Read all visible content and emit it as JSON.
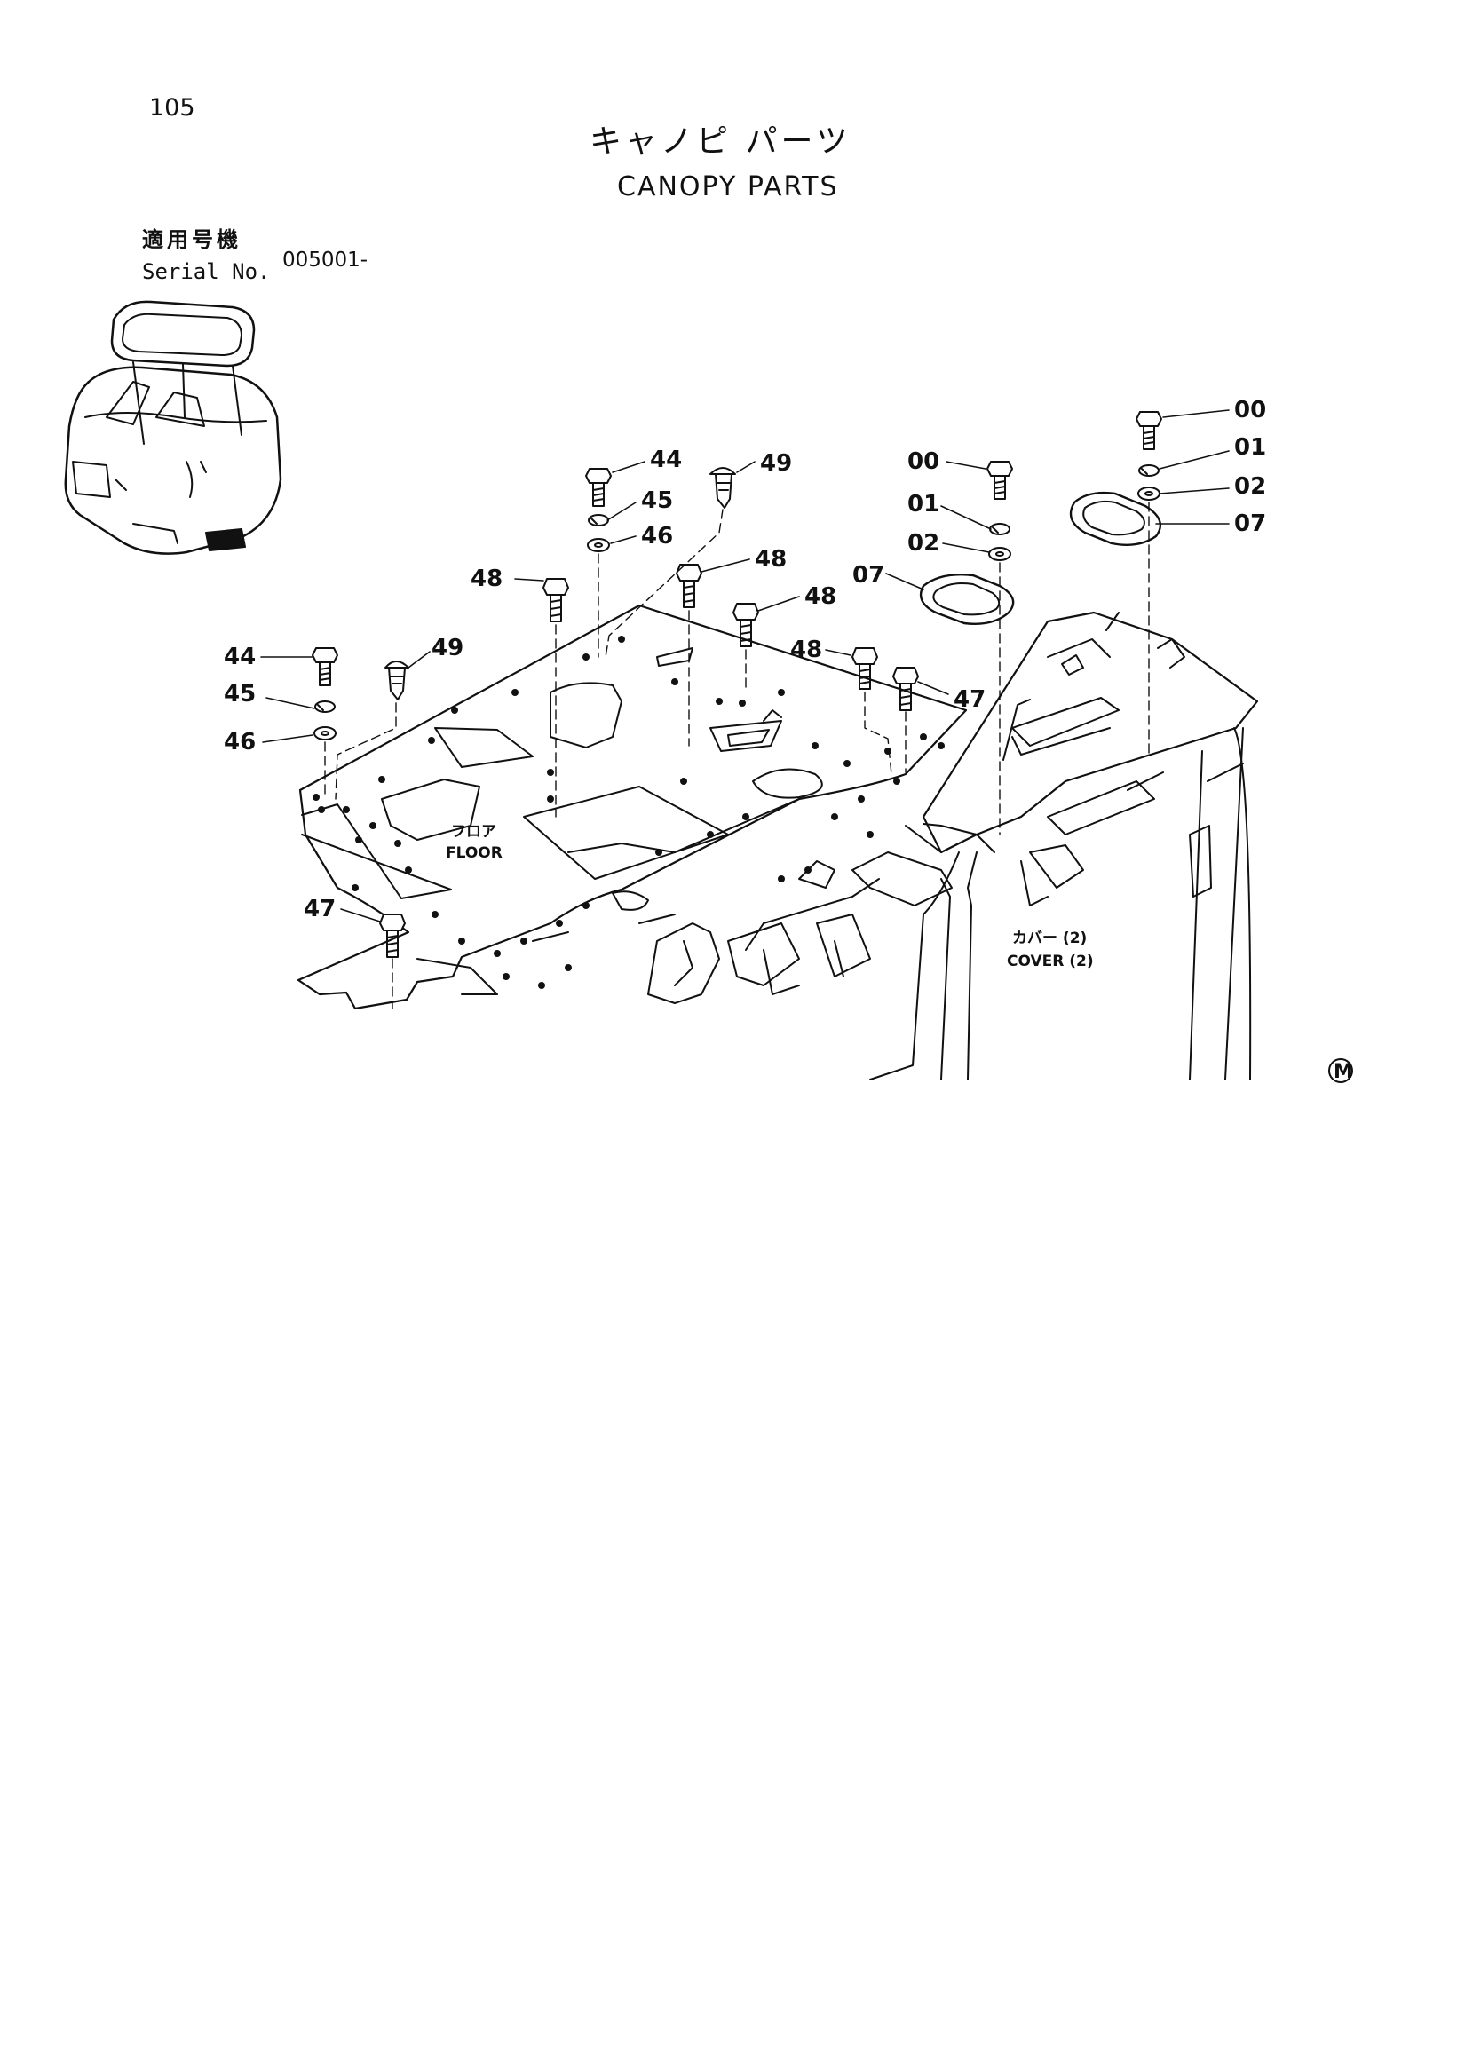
{
  "header": {
    "page_number": "105",
    "title_jp": "キャノピ パーツ",
    "title_en": "CANOPY PARTS",
    "serial_label_jp": "適用号機",
    "serial_label_en": "Serial No.",
    "serial_value": "005001-"
  },
  "labels": {
    "floor_jp": "フロア",
    "floor_en": "FLOOR",
    "cover_jp": "カバー (2)",
    "cover_en": "COVER (2)",
    "mark": "M"
  },
  "callouts": {
    "c44a": "44",
    "c45a": "45",
    "c46a": "46",
    "c49a": "49",
    "c48a": "48",
    "c48b": "48",
    "c48c": "48",
    "c48d": "48",
    "c44b": "44",
    "c45b": "45",
    "c46b": "46",
    "c49b": "49",
    "c47a": "47",
    "c47b": "47",
    "c00a": "00",
    "c01a": "01",
    "c02a": "02",
    "c07a": "07",
    "c00b": "00",
    "c01b": "01",
    "c02b": "02",
    "c07b": "07"
  }
}
